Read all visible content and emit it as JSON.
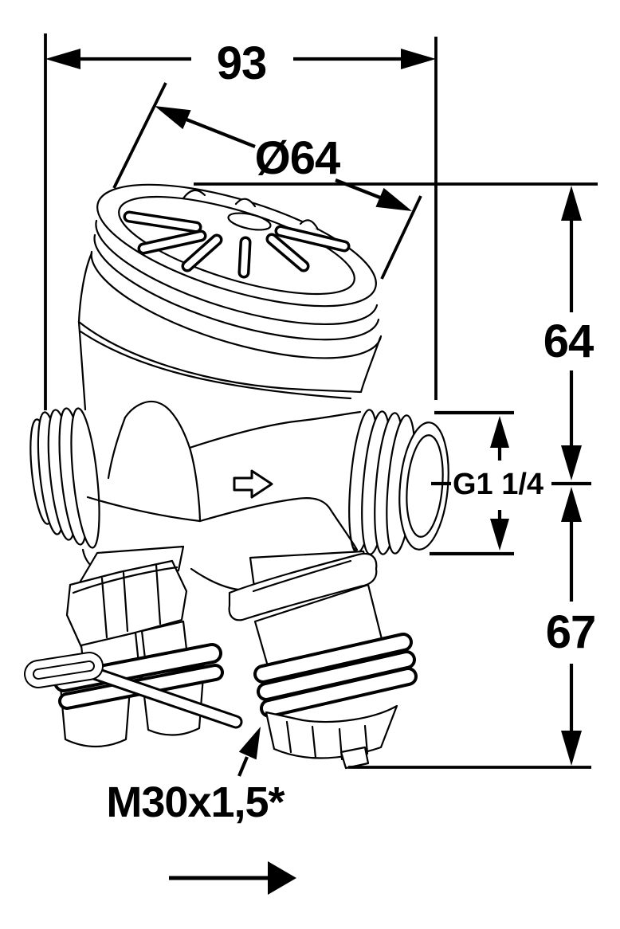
{
  "page": {
    "background": "#ffffff",
    "ink": "#000000",
    "kind": "technical dimensional drawing of a balancing valve"
  },
  "drawing": {
    "labels": {
      "overall_width": "93",
      "cap_diameter": "Ø64",
      "upper_height": "64",
      "port_thread": "G1 1/4",
      "lower_height": "67",
      "actuator_thread": "M30x1,5*"
    },
    "icons": [
      "flow-direction-arrow",
      "body-flow-arrow",
      "dimension-arrowheads"
    ]
  }
}
